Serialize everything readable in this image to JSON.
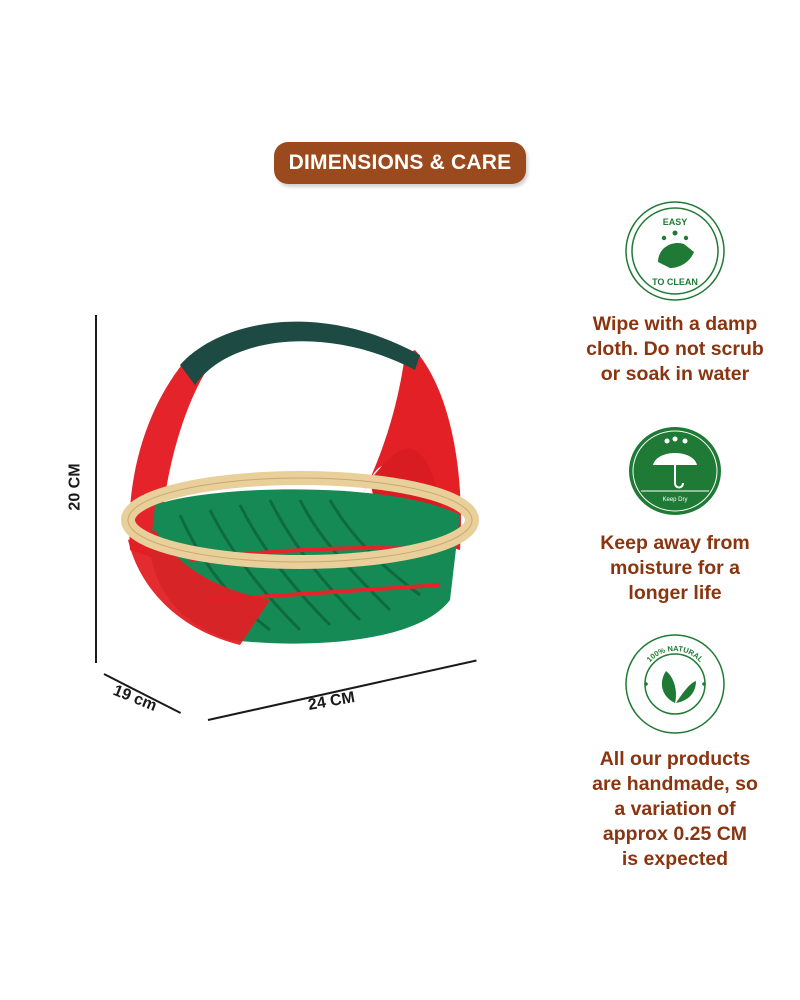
{
  "header": {
    "title": "DIMENSIONS & CARE"
  },
  "dimensions": {
    "height": "20 CM",
    "depth": "19 cm",
    "width": "24 CM"
  },
  "product": {
    "image": "bamboo-basket-red-green"
  },
  "care": [
    {
      "icon": "easy-to-clean-icon",
      "icon_text_top": "EASY",
      "icon_text_bottom": "TO CLEAN",
      "text": [
        "Wipe with a damp",
        "cloth. Do not scrub",
        "or soak in water"
      ]
    },
    {
      "icon": "keep-dry-umbrella-icon",
      "icon_text": "Keep Dry",
      "text": [
        "Keep away from",
        "moisture for a",
        "longer life"
      ]
    },
    {
      "icon": "natural-leaf-icon",
      "icon_text": "100% NATURAL",
      "text": [
        "All our products",
        "are handmade, so",
        "a variation of",
        "approx 0.25 CM",
        "is expected"
      ]
    }
  ],
  "colors": {
    "brand_brown": "#9a4a1c",
    "text_brown": "#8a3510",
    "icon_green": "#1f7a35",
    "basket_red": "#e8242a",
    "basket_green": "#1a8a55",
    "rim_bamboo": "#e9cf9a",
    "handle_wrap": "#1d4a42"
  }
}
